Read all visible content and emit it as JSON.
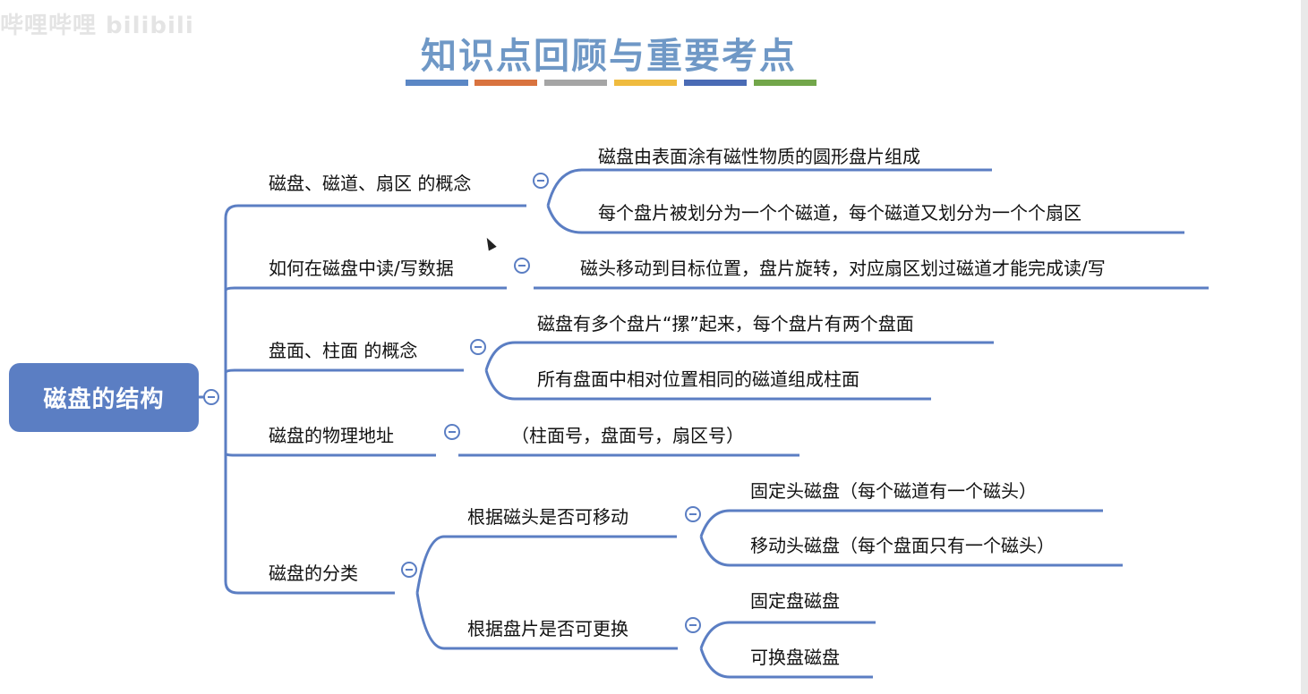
{
  "watermark": "哔哩哔哩 bilibili",
  "title": "知识点回顾与重要考点",
  "title_bar_colors": [
    "#5b87c5",
    "#d9733f",
    "#a5a5a5",
    "#efbb3f",
    "#4a6bb5",
    "#72a64a"
  ],
  "root": "磁盘的结构",
  "branches": [
    {
      "label": "磁盘、磁道、扇区 的概念",
      "children": [
        "磁盘由表面涂有磁性物质的圆形盘片组成",
        "每个盘片被划分为一个个磁道，每个磁道又划分为一个个扇区"
      ]
    },
    {
      "label": "如何在磁盘中读/写数据",
      "children": [
        "磁头移动到目标位置，盘片旋转，对应扇区划过磁道才能完成读/写"
      ]
    },
    {
      "label": "盘面、柱面 的概念",
      "children": [
        "磁盘有多个盘片“摞”起来，每个盘片有两个盘面",
        "所有盘面中相对位置相同的磁道组成柱面"
      ]
    },
    {
      "label": "磁盘的物理地址",
      "children": [
        "（柱面号，盘面号，扇区号）"
      ]
    },
    {
      "label": "磁盘的分类",
      "sub": [
        {
          "label": "根据磁头是否可移动",
          "children": [
            "固定头磁盘（每个磁道有一个磁头）",
            "移动头磁盘（每个盘面只有一个磁头）"
          ]
        },
        {
          "label": "根据盘片是否可更换",
          "children": [
            "固定盘磁盘",
            "可换盘磁盘"
          ]
        }
      ]
    }
  ],
  "colors": {
    "line": "#5b7ec3",
    "root_bg": "#5b7ec3",
    "title": "#6f98c6"
  }
}
